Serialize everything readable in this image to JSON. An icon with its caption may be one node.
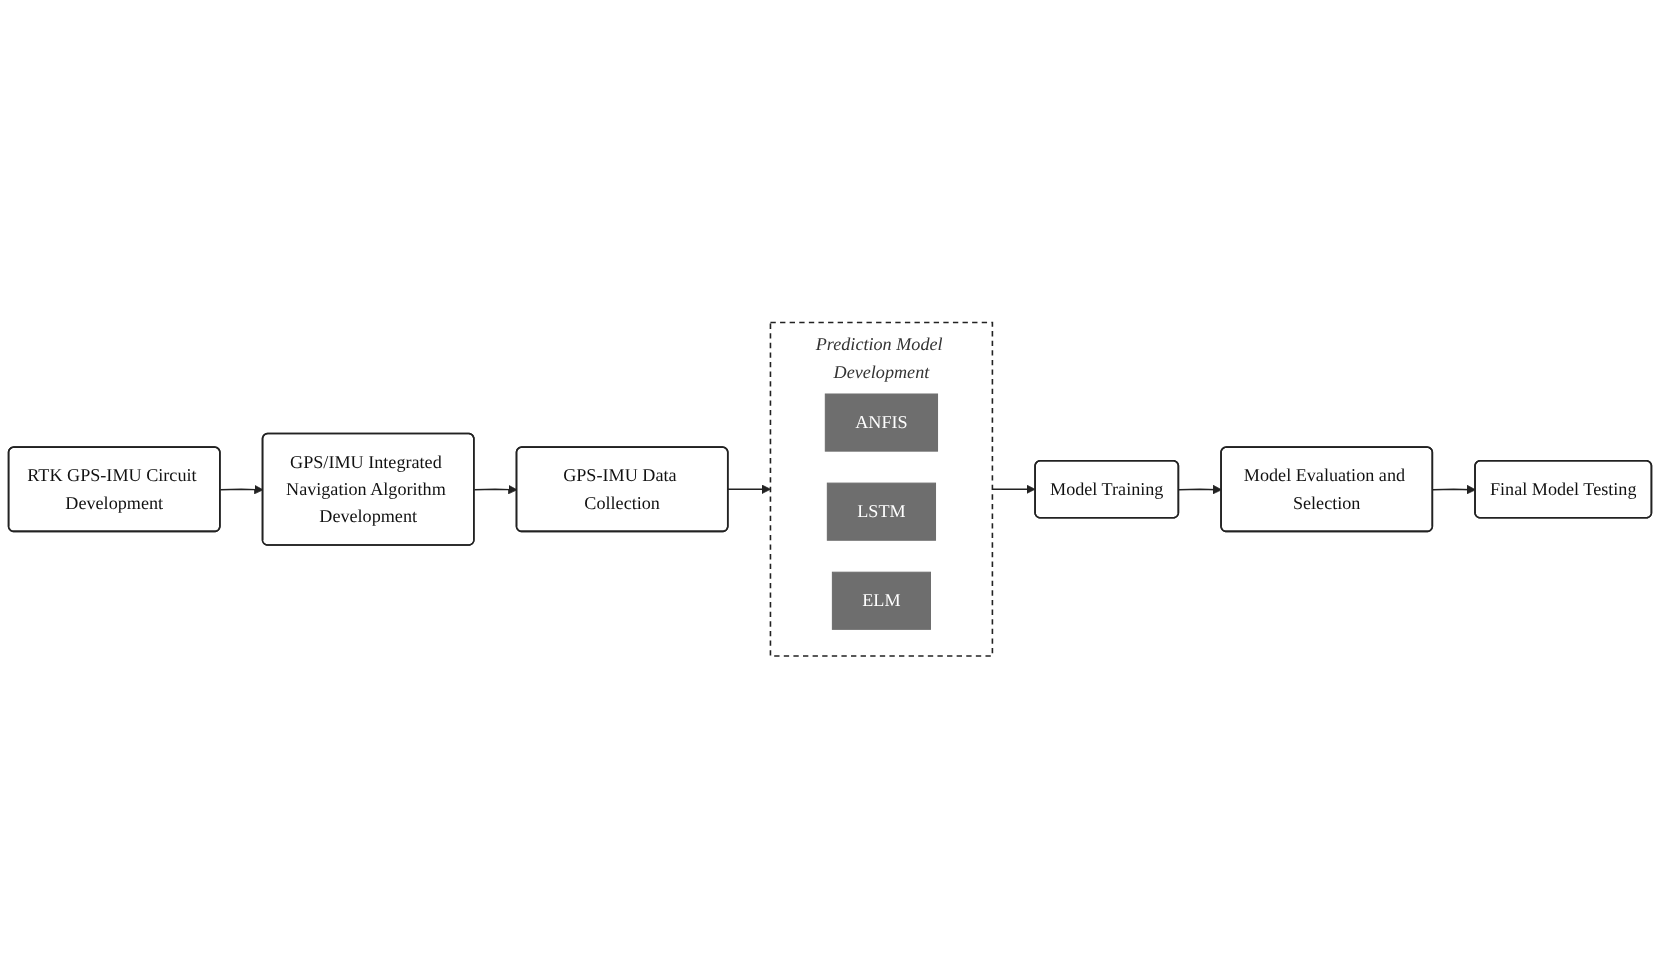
{
  "diagram": {
    "nodes": [
      {
        "text": [
          "RTK GPS-IMU Circuit Development"
        ]
      },
      {
        "text": [
          "GPS/IMU Integrated Navigation Algorithm Development"
        ]
      },
      {
        "text": [
          "GPS-IMU Data Collection"
        ]
      },
      {
        "text": [
          "Prediction Model Development"
        ]
      },
      {
        "text": [
          "ANFIS"
        ],
        "in": 3
      },
      {
        "text": [
          "LSTM"
        ],
        "in": 3
      },
      {
        "text": [
          "ELM"
        ],
        "in": 3
      },
      {
        "text": [
          "Model Training"
        ]
      },
      {
        "text": [
          "Model Evaluation and Selection"
        ]
      },
      {
        "text": [
          "Final Model Testing"
        ]
      }
    ],
    "edges": [
      {
        "from": 0,
        "to": 1,
        "arrow": "to"
      },
      {
        "from": 1,
        "to": 2,
        "arrow": "to"
      },
      {
        "from": 2,
        "to": 3,
        "arrow": "to"
      },
      {
        "from": 3,
        "to": 7,
        "arrow": "to"
      },
      {
        "from": 7,
        "to": 8,
        "arrow": "to"
      },
      {
        "from": 8,
        "to": 9,
        "arrow": "to"
      }
    ]
  }
}
